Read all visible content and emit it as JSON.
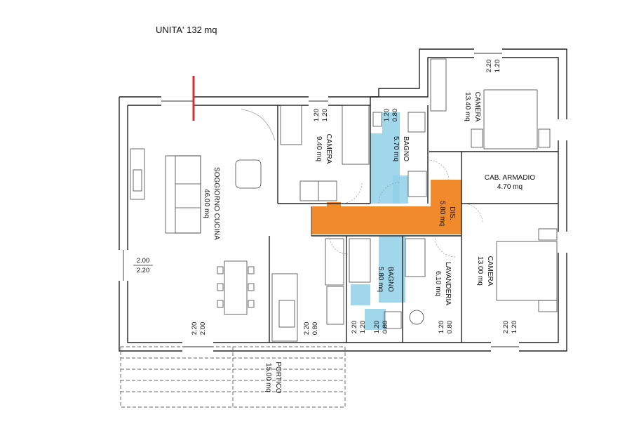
{
  "title": "UNITA' 132 mq",
  "colors": {
    "accent_marker": "#d32f2f",
    "circulation": "#f08a2a",
    "wet_area": "#8fd0e8"
  },
  "rooms": {
    "soggiorno": {
      "name": "SOGGIORNO CUCINA",
      "area": "46.00 mq"
    },
    "camera_small": {
      "name": "CAMERA",
      "area": "9.40 mq"
    },
    "bagno_top": {
      "name": "BAGNO",
      "area": "5.70 mq"
    },
    "camera_top": {
      "name": "CAMERA",
      "area": "13.40 mq"
    },
    "cab_armadio": {
      "name": "CAB. ARMADIO",
      "area": "4.70 mq"
    },
    "dis": {
      "name": "DIS.",
      "area": "5.80 mq"
    },
    "bagno_bottom": {
      "name": "BAGNO",
      "area": "5.80 mq"
    },
    "lavanderia": {
      "name": "LAVANDERIA",
      "area": "6.10 mq"
    },
    "camera_right": {
      "name": "CAMERA",
      "area": "13.00 mq"
    },
    "portico": {
      "name": "PORTICO",
      "area": "15.00 mq"
    }
  },
  "dimensions": {
    "camera_top_window": [
      "1.20",
      "2.20"
    ],
    "camera_small_window": [
      "1.20",
      "1.20"
    ],
    "bagno_top_window": [
      "0.80",
      "1.20"
    ],
    "soggiorno_left": [
      "2.00",
      "2.20"
    ],
    "soggiorno_bottom": [
      "2.00",
      "2.20"
    ],
    "soggiorno_bottom2": [
      "0.80",
      "2.20"
    ],
    "bagno_bottom_a": [
      "1.20",
      "2.20"
    ],
    "bagno_bottom_b": [
      "0.80",
      "1.20"
    ],
    "lavanderia_bottom": [
      "0.80",
      "1.20"
    ],
    "camera_right_bottom": [
      "1.20",
      "2.20"
    ]
  }
}
